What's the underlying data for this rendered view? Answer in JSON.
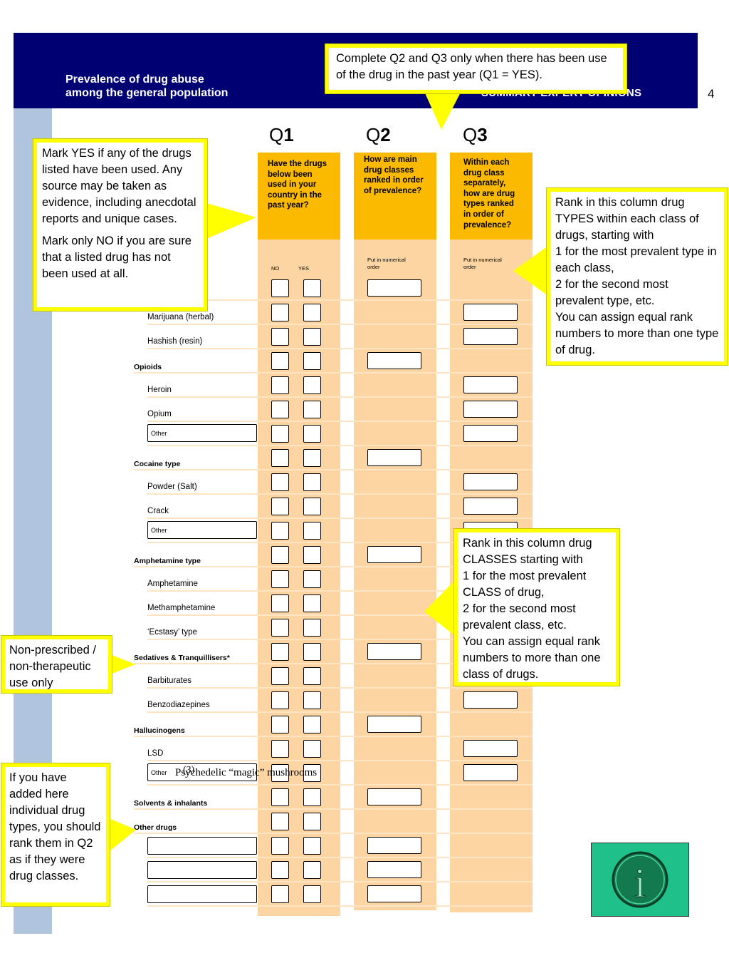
{
  "header": {
    "title": "Prevalence of drug abuse\namong the general population",
    "subtitle": "SUMMARY EXPERT OPINIONS",
    "page_number": "4"
  },
  "questions": {
    "q1": {
      "q": "Q",
      "n": "1",
      "text": "Have the drugs below  been used in your country in the past year?",
      "no": "NO",
      "yes": "YES"
    },
    "q2": {
      "q": "Q",
      "n": "2",
      "text": "How are main drug classes ranked in order of prevalence?",
      "hint": "Put in numerical order"
    },
    "q3": {
      "q": "Q",
      "n": "3",
      "text": "Within each drug class separately, how are drug types ranked in order of prevalence?",
      "hint": "Put in numerical order"
    }
  },
  "drugs": {
    "marijuana": "Marijuana (herbal)",
    "hashish": "Hashish (resin)",
    "opioids": "Opioids",
    "heroin": "Heroin",
    "opium": "Opium",
    "cocaine": "Cocaine type",
    "powder": "Powder (Salt)",
    "crack": "Crack",
    "amphetamine_type": "Amphetamine type",
    "amphetamine": "Amphetamine",
    "methamphetamine": "Methamphetamine",
    "ecstasy": "‘Ecstasy’ type",
    "sedatives": "Sedatives & Tranquillisers*",
    "barbiturates": "Barbiturates",
    "benzodiazepines": "Benzodiazepines",
    "hallucinogens": "Hallucinogens",
    "lsd": "LSD",
    "solvents": "Solvents & inhalants",
    "other_drugs": "Other drugs",
    "other": "Other",
    "mushrooms_value": "Psychedelic “magic” mushrooms",
    "mushrooms_rank": "(3)"
  },
  "callouts": {
    "top": "Complete Q2 and Q3 only when there has been use of the drug in the past year (Q1 = YES).",
    "left_p1": "Mark YES if any of the drugs listed have been used. Any source may be taken as evidence, including anecdotal reports and unique cases.",
    "left_p2": "Mark only NO if you are sure that a listed drug has not been used at all.",
    "right_types": "Rank in this column drug TYPES within each class of drugs, starting with\n1 for the most prevalent type in each class,\n2 for the second most prevalent type,  etc.\nYou can assign  equal rank numbers to more than one type of drug.",
    "right_classes": "Rank in this column drug CLASSES starting with\n1  for the most prevalent CLASS of drug,\n2  for the second most prevalent class,  etc.\nYou can assign  equal rank numbers to more than one class of drugs.",
    "nonprescribed": "Non-prescribed / non-therapeutic use only",
    "added": "If you have added here individual drug types, you should rank them in Q2 as if they were drug classes."
  },
  "info_icon": "info-icon",
  "colors": {
    "header": "#000073",
    "column_head": "#fbb900",
    "column_body": "#fdd5a3",
    "callout_border": "#ffff00",
    "sidebar": "#b0c4de",
    "info": "#20c08a"
  }
}
